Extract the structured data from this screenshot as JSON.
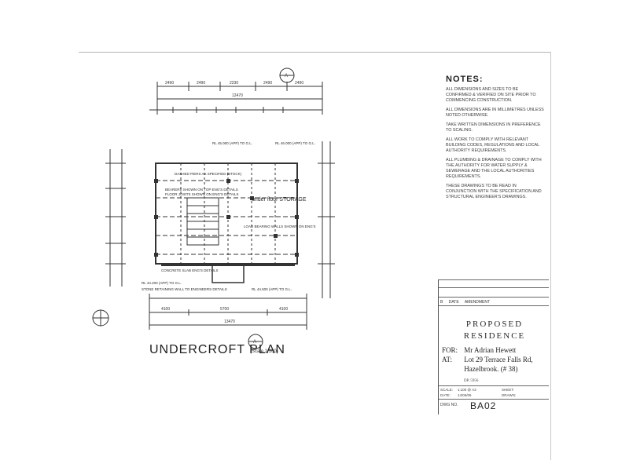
{
  "plan": {
    "title": "UNDERCROFT PLAN",
    "scale": "(Scale 1:100)",
    "rooms": {
      "storage": "under floor STORAGE"
    },
    "annotations": [
      "DASHED PIERS AS SPECIFIED (STOCK)",
      "BEARERS SHOWN ON TOP ENG'S DETAILS",
      "FLOOR JOISTS SHOWN ON ENG'S DETAILS",
      "LOAD BEARING WALLS SHOWN ON ENG'S",
      "CONCRETE SLAB ENG'S DETAILS",
      "STONE RETAINING WALL TO ENGINEERS DETAILS",
      "RL 44.200 (APP) TO G.L.",
      "RL 44.600 (APP) TO G.L.",
      "RL 45.000 (APP) TO G.L.",
      "RL 46.000 (APP) TO G.L."
    ],
    "dims_top": [
      "2490",
      "2490",
      "2230",
      "2490",
      "2490"
    ],
    "overall_top": "12470",
    "overall_bottom": "13470",
    "dims_bottom": [
      "4100",
      "5700",
      "4100"
    ],
    "section_mark": "A"
  },
  "notes": {
    "heading": "NOTES:",
    "items": [
      "ALL DIMENSIONS AND SIZES TO BE CONFIRMED & VERIFIED ON SITE PRIOR TO COMMENCING CONSTRUCTION.",
      "ALL DIMENSIONS ARE IN MILLIMETRES UNLESS NOTED OTHERWISE.",
      "TAKE WRITTEN DIMENSIONS IN PREFERENCE TO SCALING.",
      "ALL WORK TO COMPLY WITH RELEVANT BUILDING CODES, REGULATIONS AND LOCAL AUTHORITY REQUIREMENTS.",
      "ALL PLUMBING & DRAINAGE TO COMPLY WITH THE AUTHORITY FOR WATER SUPPLY & SEWERAGE AND THE LOCAL AUTHORITIES REQUIREMENTS.",
      "THESE DRAWINGS TO BE READ IN CONJUNCTION WITH THE SPECIFICATION AND STRUCTURAL ENGINEER'S DRAWINGS."
    ]
  },
  "title_block": {
    "rev_headers": [
      "B",
      "DATE",
      "AMENDMENT"
    ],
    "project_line1": "PROPOSED",
    "project_line2": "RESIDENCE",
    "for_label": "FOR:",
    "for_value": "Mr Adrian Hewett",
    "at_label": "AT:",
    "at_value_1": "Lot 29 Terrace Falls Rd,",
    "at_value_2": "Hazelbrook. (# 38)",
    "dp": "DP. 5956",
    "scale_label": "SCALE:",
    "scale_value": "1:100 @ A3",
    "sheet_label": "SHEET:",
    "date_label": "DATE:",
    "date_value": "14/06/06",
    "drawn_label": "DRAWN:",
    "dwg_label": "DWG NO.",
    "dwg_value": "BA02"
  }
}
